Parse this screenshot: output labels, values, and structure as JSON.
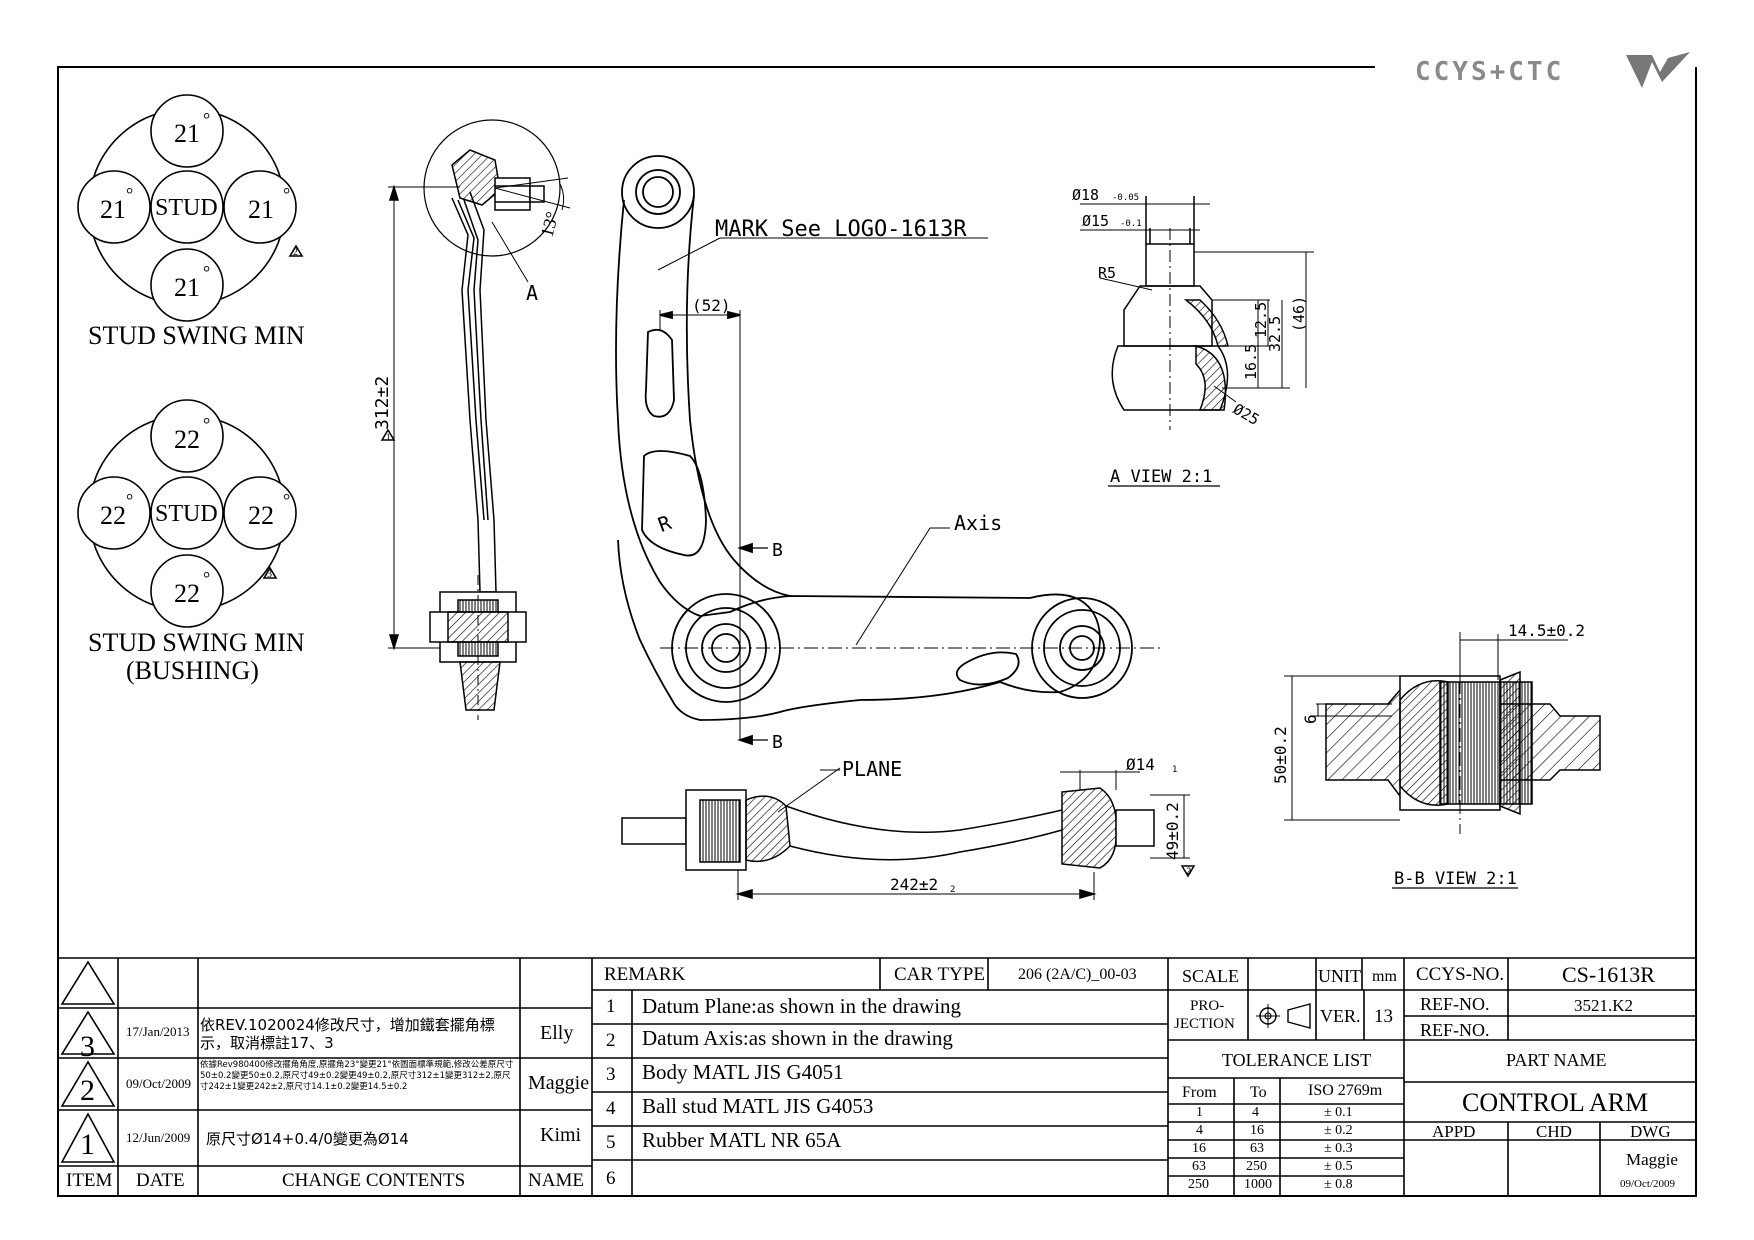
{
  "logo": {
    "text": "CCYS+CTC"
  },
  "swing1": {
    "top": "21",
    "left": "21",
    "right": "21",
    "bottom": "21",
    "center": "STUD",
    "deg": "°",
    "rev_mark": "2",
    "title": "STUD SWING MIN"
  },
  "swing2": {
    "top": "22",
    "left": "22",
    "right": "22",
    "bottom": "22",
    "center": "STUD",
    "deg": "°",
    "rev_mark": "3",
    "title_line1": "STUD SWING MIN",
    "title_line2": "(BUSHING)"
  },
  "side_view": {
    "angle": "13°",
    "detail_callout": "A",
    "length_dim": "312±2",
    "rev_mark": "1"
  },
  "plan_view": {
    "mark_note": "MARK See LOGO-1613R",
    "dim_52": "(52)",
    "logo_r": "R",
    "section_b1": "B",
    "section_b2": "B",
    "axis_label": "Axis"
  },
  "bottom_view": {
    "plane_label": "PLANE",
    "dia_14": "Ø14",
    "dim_242": "242±2",
    "dim_49": "49±0.2",
    "rev_mark_dia": "1",
    "rev_mark_242": "2",
    "rev_mark_49": "2"
  },
  "a_view": {
    "d18": "Ø18",
    "d18_tol": "-0.05",
    "d15": "Ø15",
    "d15_tol": "-0.1",
    "r5": "R5",
    "d125": "12.5",
    "d325": "32.5",
    "d46": "(46)",
    "d165": "16.5",
    "d25": "Ø25",
    "title": "A VIEW 2:1"
  },
  "bb_view": {
    "dim_145": "14.5±0.2",
    "dim_6": "6",
    "dim_50": "50±0.2",
    "title": "B-B VIEW 2:1"
  },
  "revisions": {
    "rows": [
      {
        "item": "3",
        "date": "17/Jan/2013",
        "content": "依REV.1020024修改尺寸，增加鐵套擺角標示，取消標註17、3",
        "name": "Elly"
      },
      {
        "item": "2",
        "date": "09/Oct/2009",
        "content": "依據Rev980400修改擺角角度,原擺角23°變更21°依圖面標準規範,修改公差原尺寸50±0.2變更50±0.2,原尺寸49±0.2變更49±0.2,原尺寸312±1變更312±2,原尺寸242±1變更242±2,原尺寸14.1±0.2變更14.5±0.2",
        "name": "Maggie"
      },
      {
        "item": "1",
        "date": "12/Jun/2009",
        "content": "原尺寸Ø14+0.4/0變更為Ø14",
        "name": "Kimi"
      }
    ],
    "headers": {
      "item": "ITEM",
      "date": "DATE",
      "content": "CHANGE CONTENTS",
      "name": "NAME"
    }
  },
  "remarks": {
    "header": "REMARK",
    "car_type_label": "CAR TYPE",
    "car_type": "206 (2A/C)_00-03",
    "items": [
      {
        "no": "1",
        "text": "Datum Plane:as shown in the drawing"
      },
      {
        "no": "2",
        "text": "Datum Axis:as shown in the drawing"
      },
      {
        "no": "3",
        "text": "Body MATL JIS G4051"
      },
      {
        "no": "4",
        "text": "Ball stud MATL JIS G4053"
      },
      {
        "no": "5",
        "text": "Rubber MATL NR 65A"
      },
      {
        "no": "6",
        "text": ""
      }
    ]
  },
  "tolerance": {
    "scale_label": "SCALE",
    "unit_label": "UNIT",
    "unit": "mm",
    "projection_label_1": "PRO-",
    "projection_label_2": "JECTION",
    "ver_label": "VER.",
    "ver": "13",
    "title": "TOLERANCE LIST",
    "col_from": "From",
    "col_to": "To",
    "col_iso": "ISO 2769m",
    "rows": [
      {
        "from": "1",
        "to": "4",
        "tol": "± 0.1"
      },
      {
        "from": "4",
        "to": "16",
        "tol": "± 0.2"
      },
      {
        "from": "16",
        "to": "63",
        "tol": "± 0.3"
      },
      {
        "from": "63",
        "to": "250",
        "tol": "± 0.5"
      },
      {
        "from": "250",
        "to": "1000",
        "tol": "± 0.8"
      }
    ]
  },
  "title_block": {
    "ccys_no_label": "CCYS-NO.",
    "ccys_no": "CS-1613R",
    "ref_no_label_1": "REF-NO.",
    "ref_no_1": "3521.K2",
    "ref_no_label_2": "REF-NO.",
    "ref_no_2": "",
    "part_name_label": "PART NAME",
    "part_name": "CONTROL ARM",
    "appd_label": "APPD",
    "chd_label": "CHD",
    "dwg_label": "DWG",
    "dwg_name": "Maggie",
    "dwg_date": "09/Oct/2009"
  }
}
